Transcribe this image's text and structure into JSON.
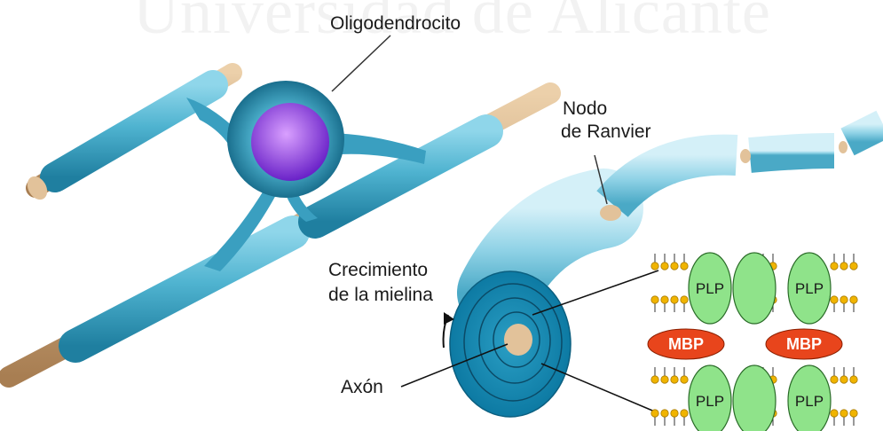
{
  "watermark": "Universidad de Alicante",
  "labels": {
    "oligodendrocyte": "Oligodendrocito",
    "node_line1": "Nodo",
    "node_line2": "de Ranvier",
    "growth_line1": "Crecimiento",
    "growth_line2": "de la mielina",
    "axon": "Axón"
  },
  "membrane": {
    "protein_a": "PLP",
    "protein_b": "MBP"
  },
  "colors": {
    "myelin": "#3fa8c8",
    "axon": "#d8b48a",
    "nucleus": "#8a44d8",
    "plp": "#8fe38a",
    "mbp": "#e8451c",
    "lipid_head": "#f0b400"
  }
}
